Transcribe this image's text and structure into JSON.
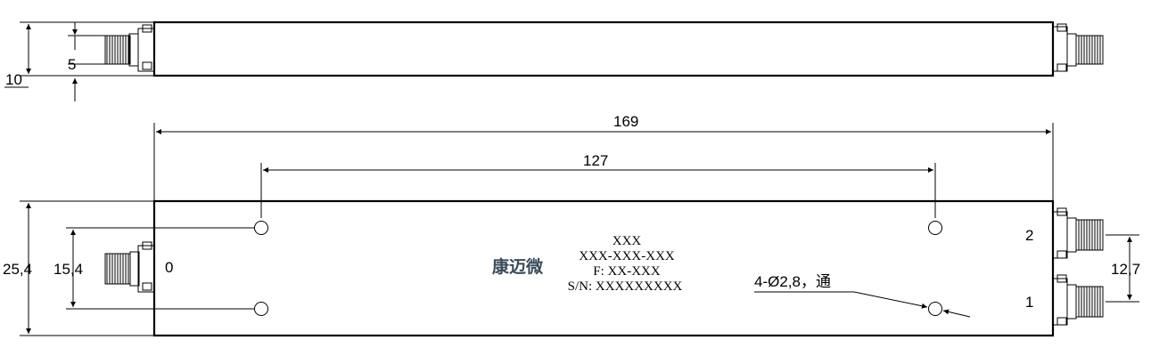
{
  "dimensions": {
    "top_height": "10",
    "top_connector": "5",
    "overall_length": "169",
    "hole_spacing": "127",
    "body_width": "25,4",
    "port_offset": "15,4",
    "output_spacing": "12,7",
    "hole_note": "4-Ø2,8，通"
  },
  "ports": {
    "input": "0",
    "output_top": "2",
    "output_bottom": "1"
  },
  "label": {
    "logo": "康迈微",
    "line1": "XXX",
    "line2": "XXX-XXX-XXX",
    "line3": "F: XX-XXX",
    "line4": "S/N: XXXXXXXXX"
  },
  "colors": {
    "line": "#000000",
    "logo": "#3a4a58"
  }
}
